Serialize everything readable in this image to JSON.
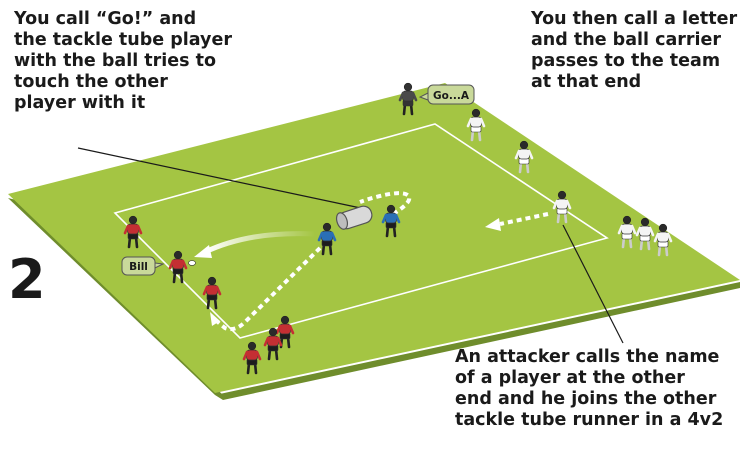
{
  "step_number": "2",
  "captions": {
    "top_left": "You call “Go!” and\nthe tackle tube player\nwith the ball tries to\ntouch the other\nplayer with it",
    "top_right": "You then call a letter\nand the ball carrier\npasses to the team\nat that end",
    "bottom_right": "An attacker calls the name\nof a player at the other\nend and he joins the other\ntackle tube runner in a 4v2"
  },
  "speech_bubbles": {
    "coach": "Go...A",
    "player": "Bill"
  },
  "colors": {
    "pitch": "#a4c543",
    "pitch_edge": "#6f8d2c",
    "field_lines": "#ffffff",
    "red_team": "#c42f33",
    "blue_team": "#2a6fb6",
    "white_team": "#f4f4f4",
    "coach": "#4a4a4a",
    "bubble": "#c9d99a"
  }
}
